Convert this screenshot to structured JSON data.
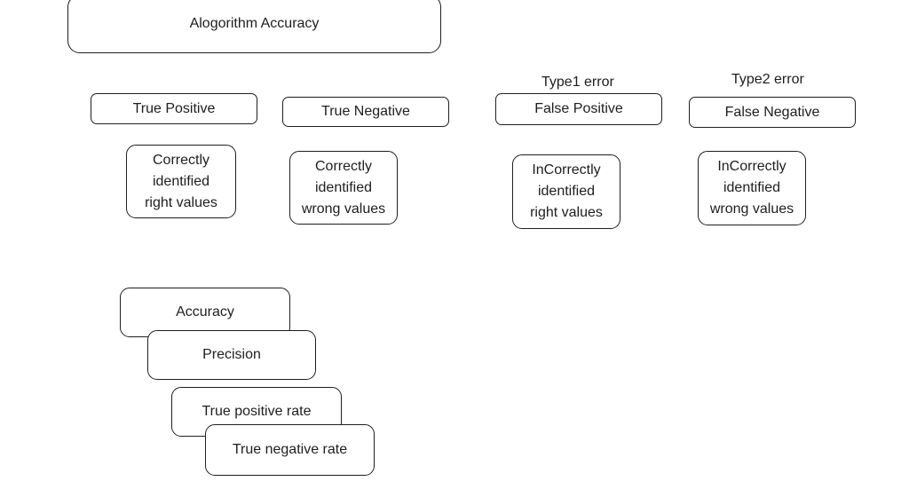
{
  "diagram": {
    "title": "Alogorithm Accuracy",
    "categories": [
      {
        "id": "tp",
        "label": "True Positive",
        "annotation": "",
        "description": [
          "Correctly",
          "identified",
          "right values"
        ]
      },
      {
        "id": "tn",
        "label": "True Negative",
        "annotation": "",
        "description": [
          "Correctly",
          "identified",
          "wrong values"
        ]
      },
      {
        "id": "fp",
        "label": "False Positive",
        "annotation": "Type1 error",
        "description": [
          "InCorrectly",
          "identified",
          "right values"
        ]
      },
      {
        "id": "fn",
        "label": "False Negative",
        "annotation": "Type2 error",
        "description": [
          "InCorrectly",
          "identified",
          "wrong values"
        ]
      }
    ],
    "metrics": [
      "Accuracy",
      "Precision",
      "True positive rate",
      "True negative rate"
    ]
  }
}
